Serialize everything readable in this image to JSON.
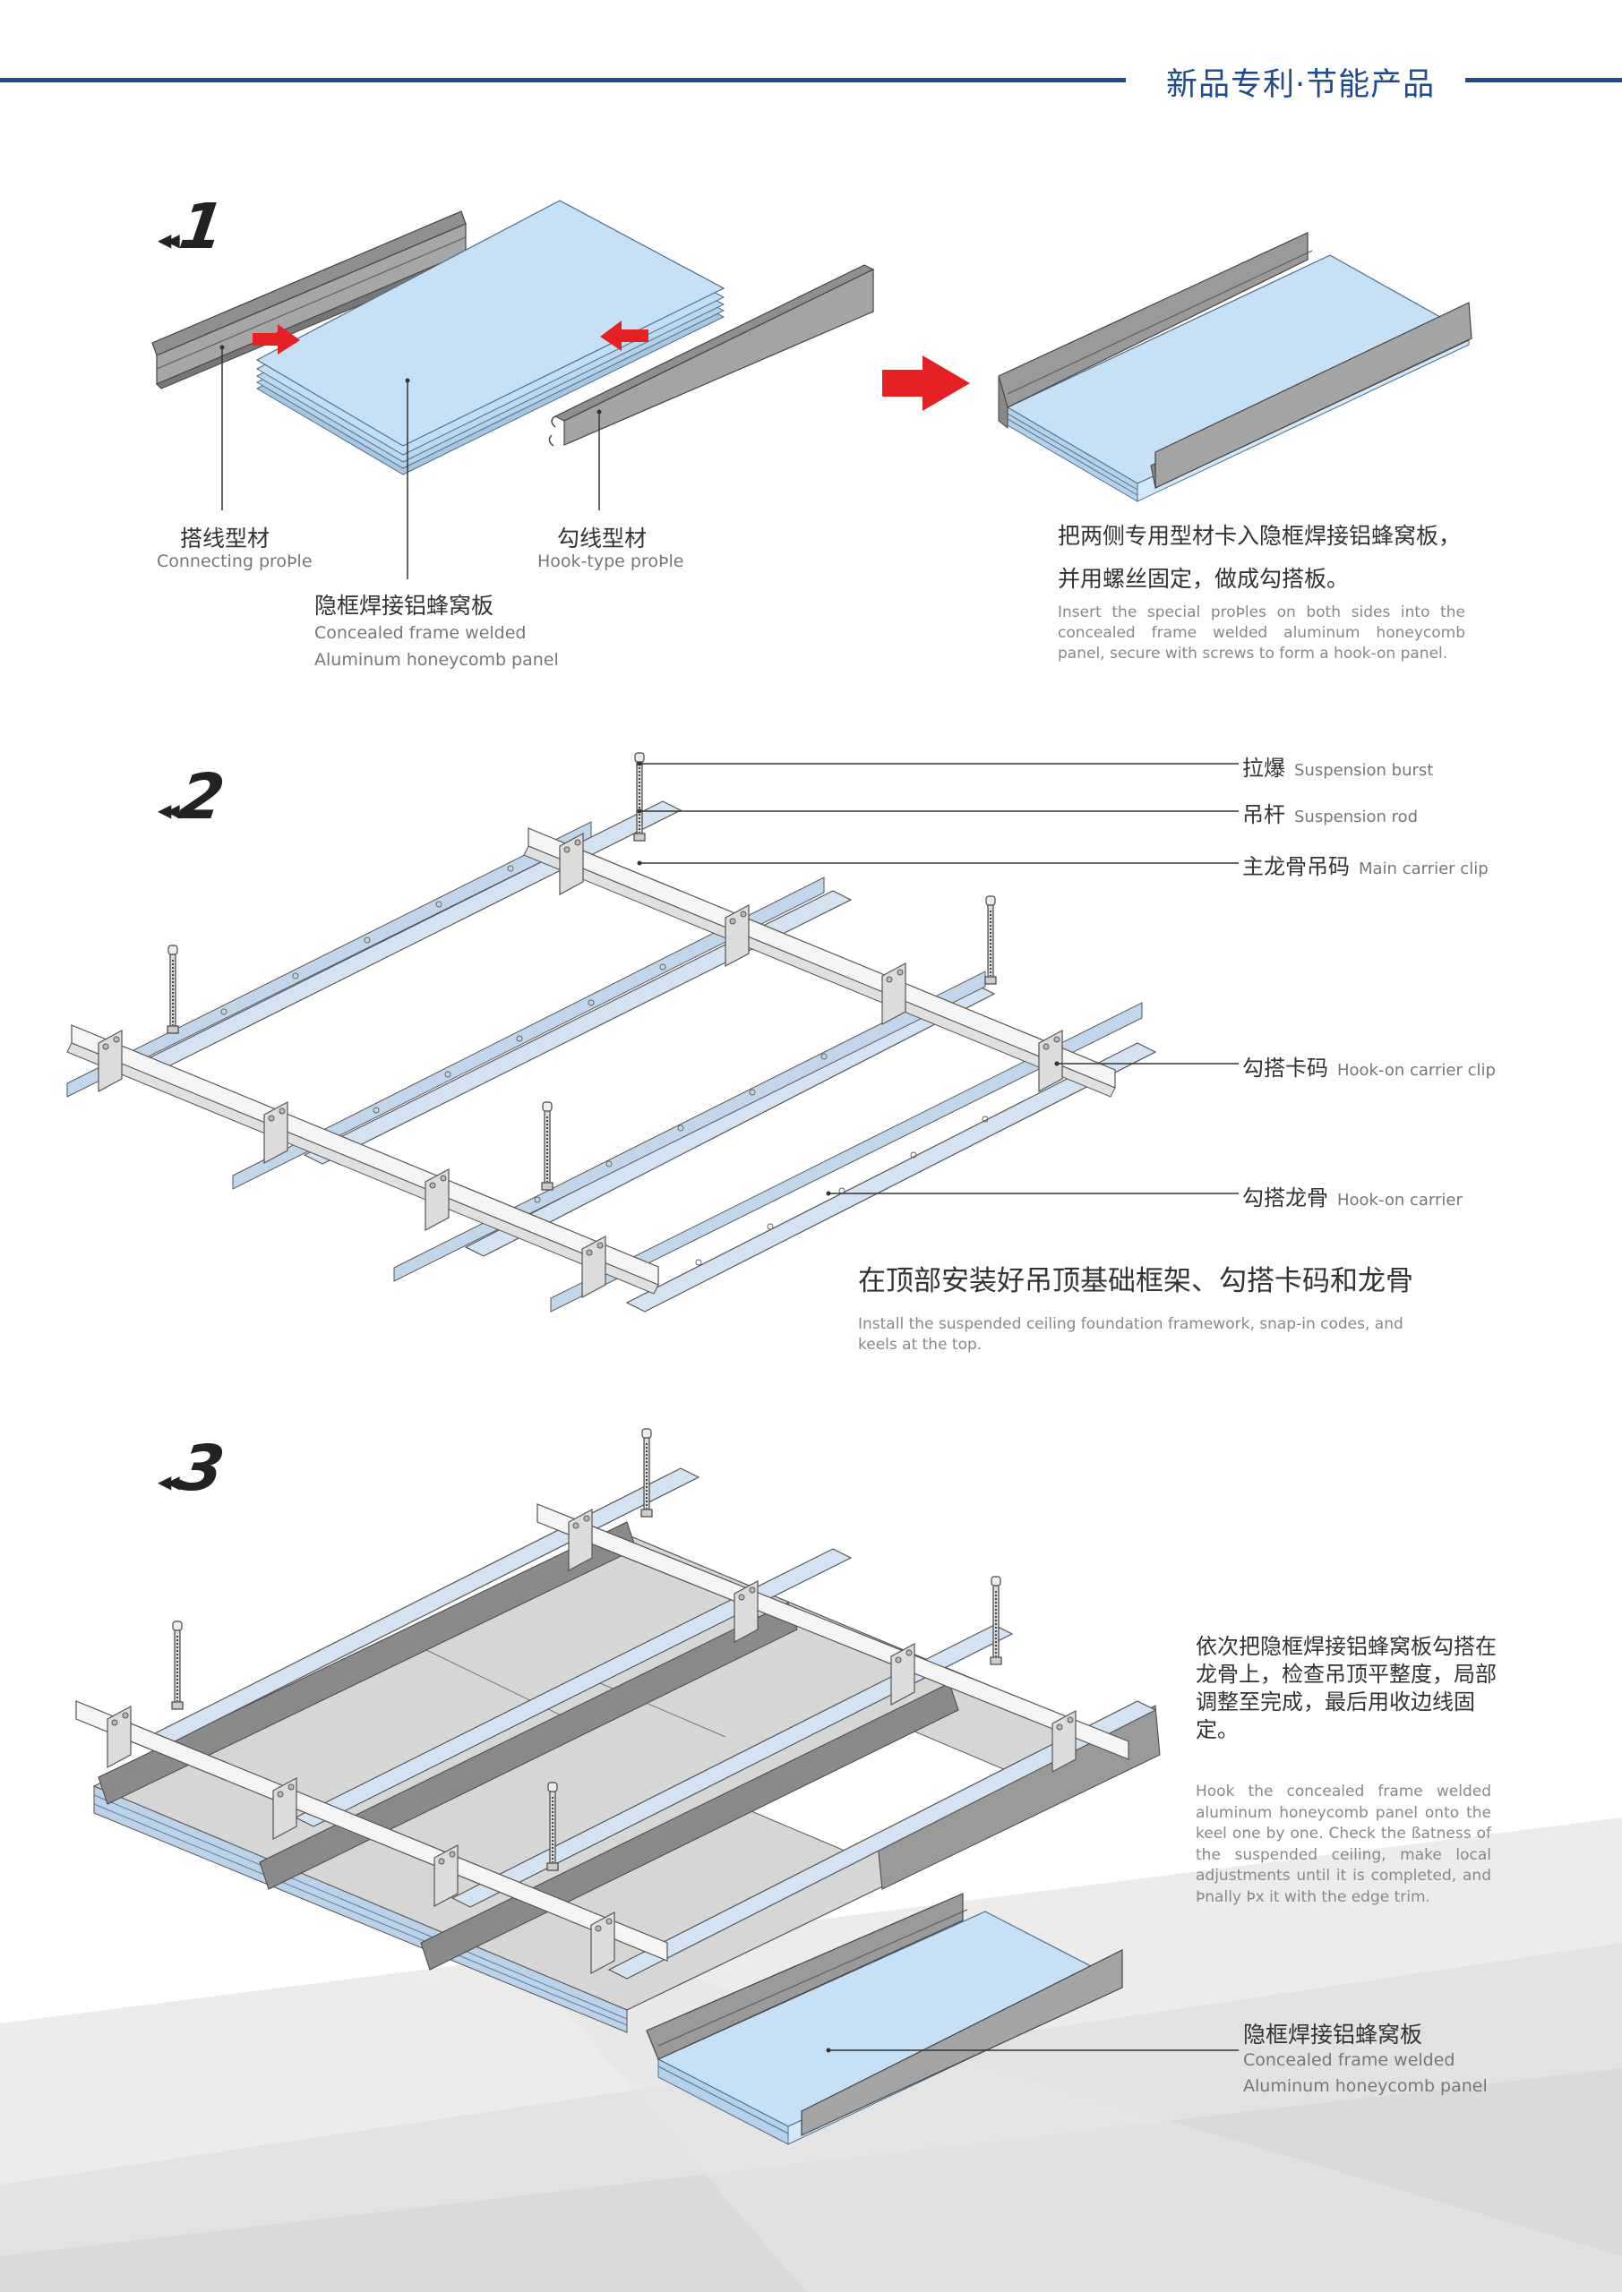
{
  "header": {
    "title": "新品专利·节能产品",
    "accent_color": "#1f4a8c"
  },
  "steps": [
    {
      "number": "1",
      "marker_icon": "double-left-triangle-icon",
      "labels": {
        "connecting_profile": {
          "cn": "搭线型材",
          "en": "Connecting proÞle"
        },
        "hook_type_profile": {
          "cn": "勾线型材",
          "en": "Hook-type proÞle"
        },
        "panel": {
          "cn": "隐框焊接铝蜂窝板",
          "en_line1": "Concealed frame welded",
          "en_line2": "Aluminum honeycomb panel"
        }
      },
      "description": {
        "cn_line1": "把两侧专用型材卡入隐框焊接铝蜂窝板，",
        "cn_line2": "并用螺丝固定，做成勾搭板。",
        "en": "Insert the special proÞles on both sides into the concealed frame welded aluminum honeycomb panel, secure with screws to form a hook-on panel."
      }
    },
    {
      "number": "2",
      "marker_icon": "double-left-triangle-icon",
      "callouts": [
        {
          "cn": "拉爆",
          "en": "Suspension burst"
        },
        {
          "cn": "吊杆",
          "en": "Suspension rod"
        },
        {
          "cn": "主龙骨吊码",
          "en": "Main carrier clip"
        },
        {
          "cn": "勾搭卡码",
          "en": "Hook-on carrier clip"
        },
        {
          "cn": "勾搭龙骨",
          "en": "Hook-on carrier"
        }
      ],
      "description": {
        "cn": "在顶部安装好吊顶基础框架、勾搭卡码和龙骨",
        "en": "Install the suspended ceiling foundation framework, snap-in codes, and keels at the top."
      }
    },
    {
      "number": "3",
      "marker_icon": "double-left-triangle-icon",
      "description": {
        "cn": "依次把隐框焊接铝蜂窝板勾搭在龙骨上，检查吊顶平整度，局部调整至完成，最后用收边线固定。",
        "en": "Hook the concealed frame welded aluminum honeycomb panel onto the keel one by one. Check the ßatness of the suspended ceiling, make local adjustments until it is completed, and Þnally Þx it with the edge trim."
      },
      "panel_label": {
        "cn": "隐框焊接铝蜂窝板",
        "en_line1": "Concealed frame welded",
        "en_line2": "Aluminum honeycomb panel"
      }
    }
  ],
  "colors": {
    "arrow_red": "#e52126",
    "panel_blue": "#c4dff4",
    "profile_gray": "#9e9e9e",
    "carrier_blue": "#d3e3f2"
  }
}
